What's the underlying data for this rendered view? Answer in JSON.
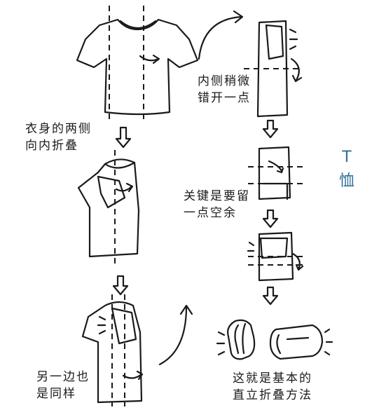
{
  "title": {
    "line1": "T",
    "line2": "恤"
  },
  "steps": [
    {
      "id": "step1",
      "caption": [
        "衣身的两侧",
        "向内折叠"
      ]
    },
    {
      "id": "step2",
      "caption": [
        "另一边也",
        "是同样"
      ]
    },
    {
      "id": "step3",
      "caption": [
        "内侧稍微",
        "错开一点"
      ]
    },
    {
      "id": "step4",
      "caption": [
        "关键是要留",
        "一点空余"
      ]
    },
    {
      "id": "step5",
      "caption": [
        "这就是基本的",
        "直立折叠方法"
      ]
    }
  ],
  "colors": {
    "ink": "#1a1a1a",
    "accent": "#2f6f95",
    "background": "#ffffff"
  },
  "icons": [
    "down-arrow-icon",
    "curved-arrow-icon",
    "rotate-arrow-icon",
    "motion-marks-icon"
  ]
}
